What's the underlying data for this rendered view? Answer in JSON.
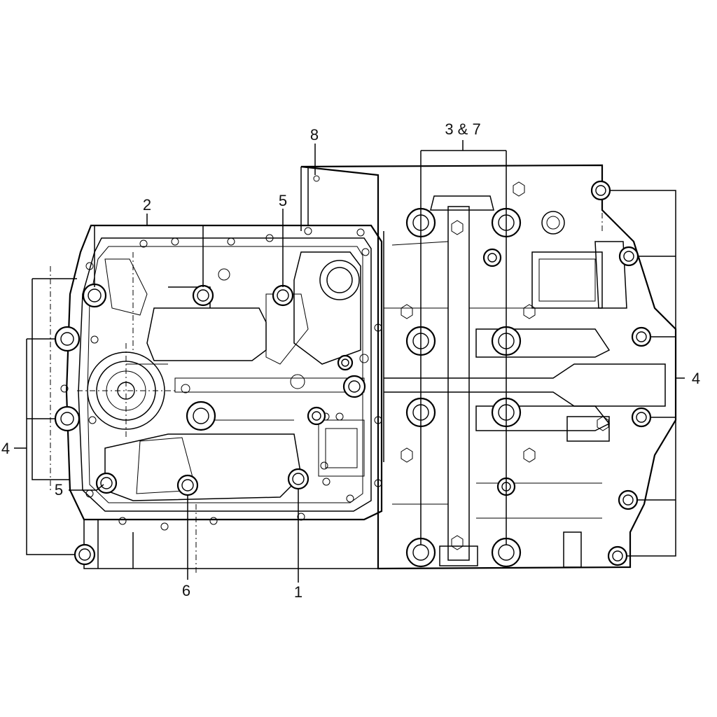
{
  "callouts": {
    "c1": "1",
    "c2": "2",
    "c37": "3 & 7",
    "c4_left": "4",
    "c4_right": "4",
    "c5_top": "5",
    "c5_left": "5",
    "c6": "6",
    "c8": "8"
  }
}
